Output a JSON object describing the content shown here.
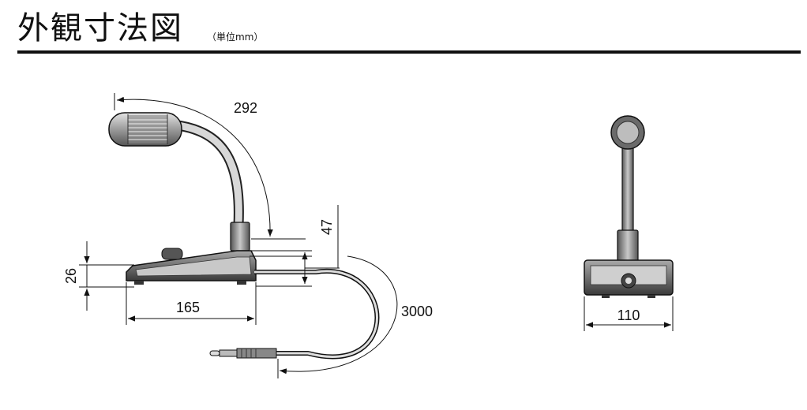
{
  "header": {
    "title": "外観寸法図",
    "unit_note": "（単位mm）"
  },
  "dimensions": {
    "overall_length": "292",
    "height_label": "47",
    "base_height": "26",
    "base_length": "165",
    "cable_length": "3000",
    "base_width": "110"
  }
}
